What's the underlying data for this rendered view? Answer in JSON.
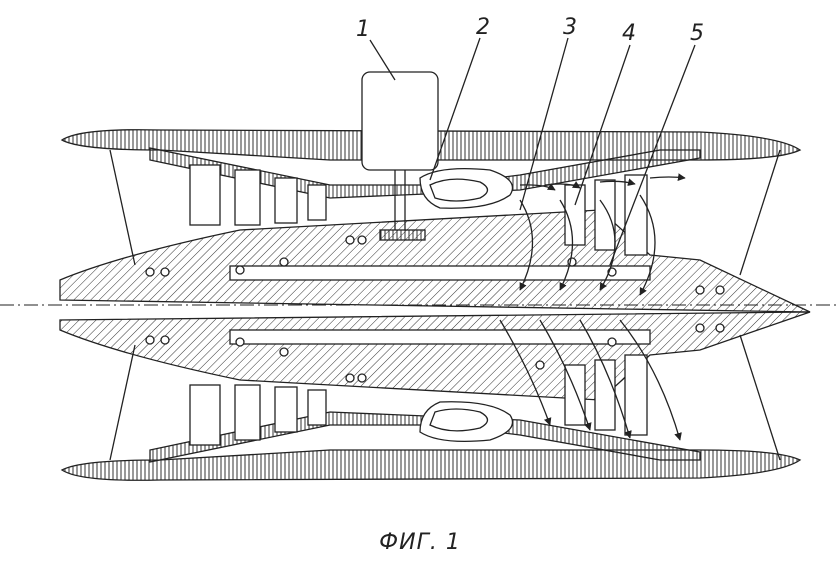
{
  "figure": {
    "caption_label": "ФИГ.",
    "caption_number": "1",
    "callouts": [
      "1",
      "2",
      "3",
      "4",
      "5"
    ]
  }
}
